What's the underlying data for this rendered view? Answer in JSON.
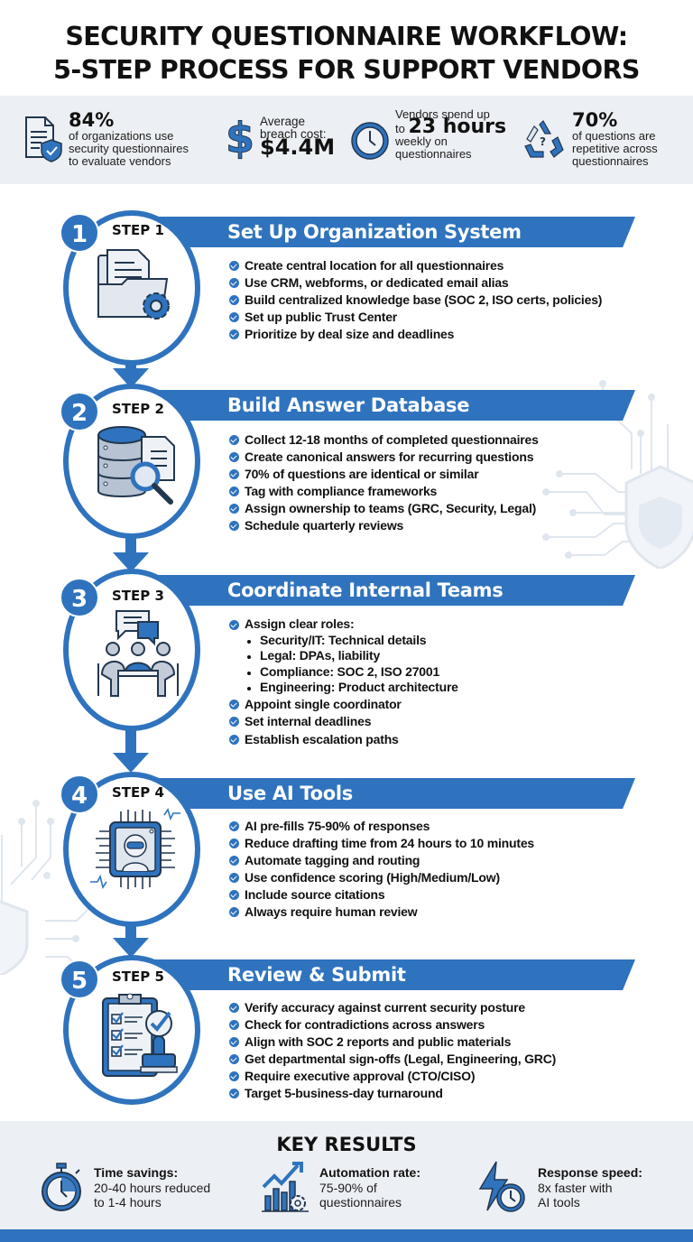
{
  "header": {
    "title_line1": "SECURITY QUESTIONNAIRE WORKFLOW:",
    "title_line2": "5-STEP PROCESS FOR SUPPORT VENDORS"
  },
  "stats": [
    {
      "icon": "document-shield-icon",
      "value": "84%",
      "text_lines": [
        "of organizations use",
        "security questionnaires",
        "to evaluate vendors"
      ]
    },
    {
      "icon": "dollar-icon",
      "label_lines": [
        "Average",
        "breach cost:"
      ],
      "value": "$4.4M"
    },
    {
      "icon": "clock-icon",
      "prefix_line": "Vendors spend up",
      "prefix": "to",
      "value": "23 hours",
      "text_lines": [
        "weekly on",
        "questionnaires"
      ]
    },
    {
      "icon": "recycle-question-icon",
      "value": "70%",
      "text_lines": [
        "of questions are",
        "repetitive across",
        "questionnaires"
      ]
    }
  ],
  "steps": [
    {
      "number": "1",
      "label": "STEP 1",
      "title": "Set Up Organization System",
      "icon": "folder-gear-icon",
      "bullets": [
        {
          "text": "Create central location for all questionnaires"
        },
        {
          "text": "Use CRM, webforms, or dedicated email alias"
        },
        {
          "text": "Build centralized knowledge base (SOC 2, ISO certs, policies)"
        },
        {
          "text": "Set up public Trust Center"
        },
        {
          "text": "Prioritize by deal size and deadlines"
        }
      ]
    },
    {
      "number": "2",
      "label": "STEP 2",
      "title": "Build Answer Database",
      "icon": "database-search-icon",
      "bullets": [
        {
          "text": "Collect 12-18 months of completed questionnaires"
        },
        {
          "text": "Create canonical answers for recurring questions"
        },
        {
          "text": "70% of questions are identical or similar"
        },
        {
          "text": "Tag with compliance frameworks"
        },
        {
          "text": "Assign ownership to teams (GRC, Security, Legal)"
        },
        {
          "text": "Schedule quarterly reviews"
        }
      ]
    },
    {
      "number": "3",
      "label": "STEP 3",
      "title": "Coordinate Internal Teams",
      "icon": "team-meeting-icon",
      "bullets": [
        {
          "text": "Assign clear roles:"
        },
        {
          "text": "Security/IT: Technical details",
          "sub": true
        },
        {
          "text": "Legal: DPAs, liability",
          "sub": true
        },
        {
          "text": "Compliance: SOC 2, ISO 27001",
          "sub": true
        },
        {
          "text": "Engineering: Product architecture",
          "sub": true
        },
        {
          "text": "Appoint single coordinator"
        },
        {
          "text": "Set internal deadlines"
        },
        {
          "text": "Establish escalation paths"
        }
      ]
    },
    {
      "number": "4",
      "label": "STEP 4",
      "title": "Use AI Tools",
      "icon": "ai-chip-robot-icon",
      "bullets": [
        {
          "text": "AI pre-fills 75-90% of responses"
        },
        {
          "text": "Reduce drafting time from 24 hours to 10 minutes"
        },
        {
          "text": "Automate tagging and routing"
        },
        {
          "text": "Use confidence scoring (High/Medium/Low)"
        },
        {
          "text": "Include source citations"
        },
        {
          "text": "Always require human review"
        }
      ]
    },
    {
      "number": "5",
      "label": "STEP 5",
      "title": "Review & Submit",
      "icon": "clipboard-stamp-icon",
      "bullets": [
        {
          "text": "Verify accuracy against current security posture"
        },
        {
          "text": "Check for contradictions across answers"
        },
        {
          "text": "Align with SOC 2 reports and public materials"
        },
        {
          "text": "Get departmental sign-offs (Legal, Engineering, GRC)"
        },
        {
          "text": "Require executive approval (CTO/CISO)"
        },
        {
          "text": "Target 5-business-day turnaround"
        }
      ]
    }
  ],
  "results": {
    "title": "KEY RESULTS",
    "items": [
      {
        "icon": "stopwatch-icon",
        "label": "Time savings:",
        "lines": [
          "20-40 hours reduced",
          "to 1-4 hours"
        ]
      },
      {
        "icon": "growth-chart-gear-icon",
        "label": "Automation rate:",
        "lines": [
          "75-90% of",
          "questionnaires"
        ]
      },
      {
        "icon": "lightning-clock-icon",
        "label": "Response speed:",
        "lines": [
          "8x faster with",
          "AI tools"
        ]
      }
    ]
  },
  "colors": {
    "accent": "#2f73be",
    "band_bg": "#eceff3",
    "text": "#111111"
  }
}
